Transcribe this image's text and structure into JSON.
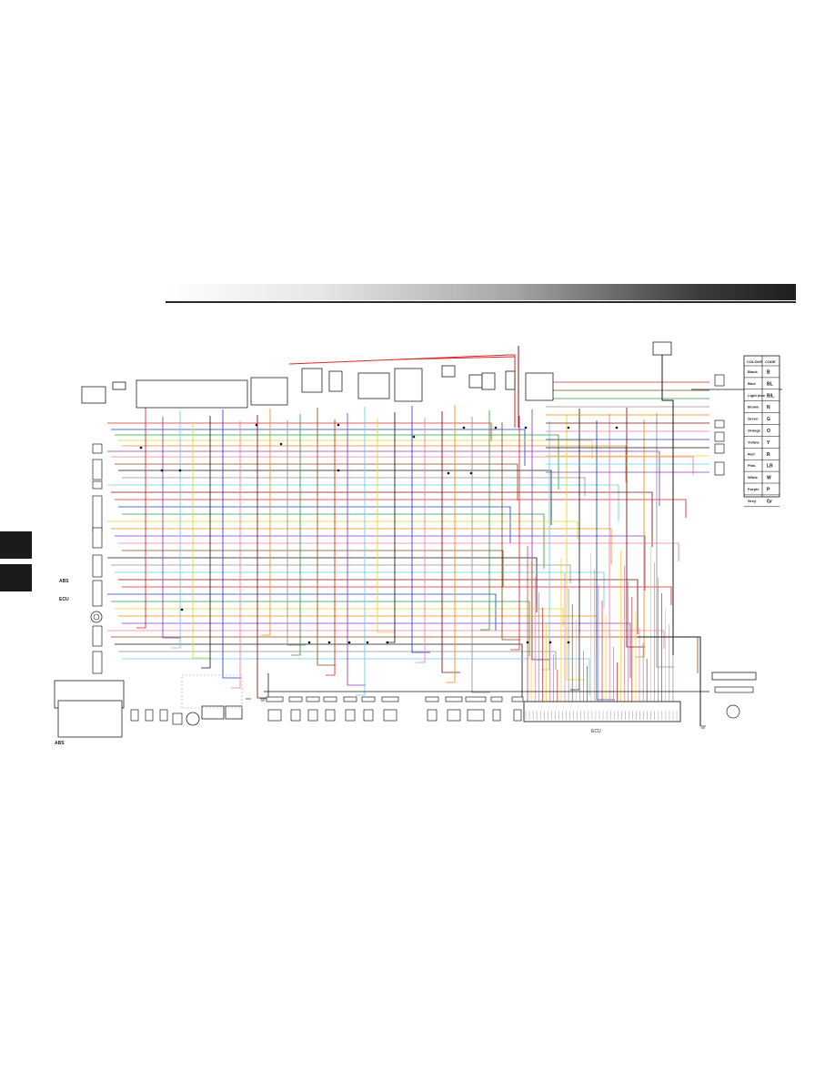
{
  "legend": {
    "header_color": "COLOUR",
    "header_code": "CODE",
    "rows": [
      {
        "color": "Black",
        "code": "B"
      },
      {
        "color": "Blue",
        "code": "BL"
      },
      {
        "color": "Light blue",
        "code": "B/L"
      },
      {
        "color": "Brown",
        "code": "N"
      },
      {
        "color": "Green",
        "code": "G"
      },
      {
        "color": "Orange",
        "code": "O"
      },
      {
        "color": "Yellow",
        "code": "Y"
      },
      {
        "color": "Red",
        "code": "R"
      },
      {
        "color": "Pink",
        "code": "LR"
      },
      {
        "color": "White",
        "code": "W"
      },
      {
        "color": "Purple",
        "code": "P"
      },
      {
        "color": "Grey",
        "code": "Gr"
      }
    ]
  },
  "labels": {
    "ecu_bottom": "ECU",
    "ecu_left": "ECU",
    "abs_left": "ABS",
    "abs_bottom": "ABS"
  },
  "wire_colors": {
    "red": "#d8282a",
    "blue": "#2a3fbf",
    "green": "#2e9e3c",
    "yellow": "#e8d42a",
    "orange": "#ee8a1e",
    "purple": "#8a3fb8",
    "pink": "#f07aa8",
    "brown": "#8a4a1e",
    "black": "#1a1a1a",
    "grey": "#909090",
    "lightblue": "#6ac8ea",
    "darkred": "#7a1010"
  }
}
